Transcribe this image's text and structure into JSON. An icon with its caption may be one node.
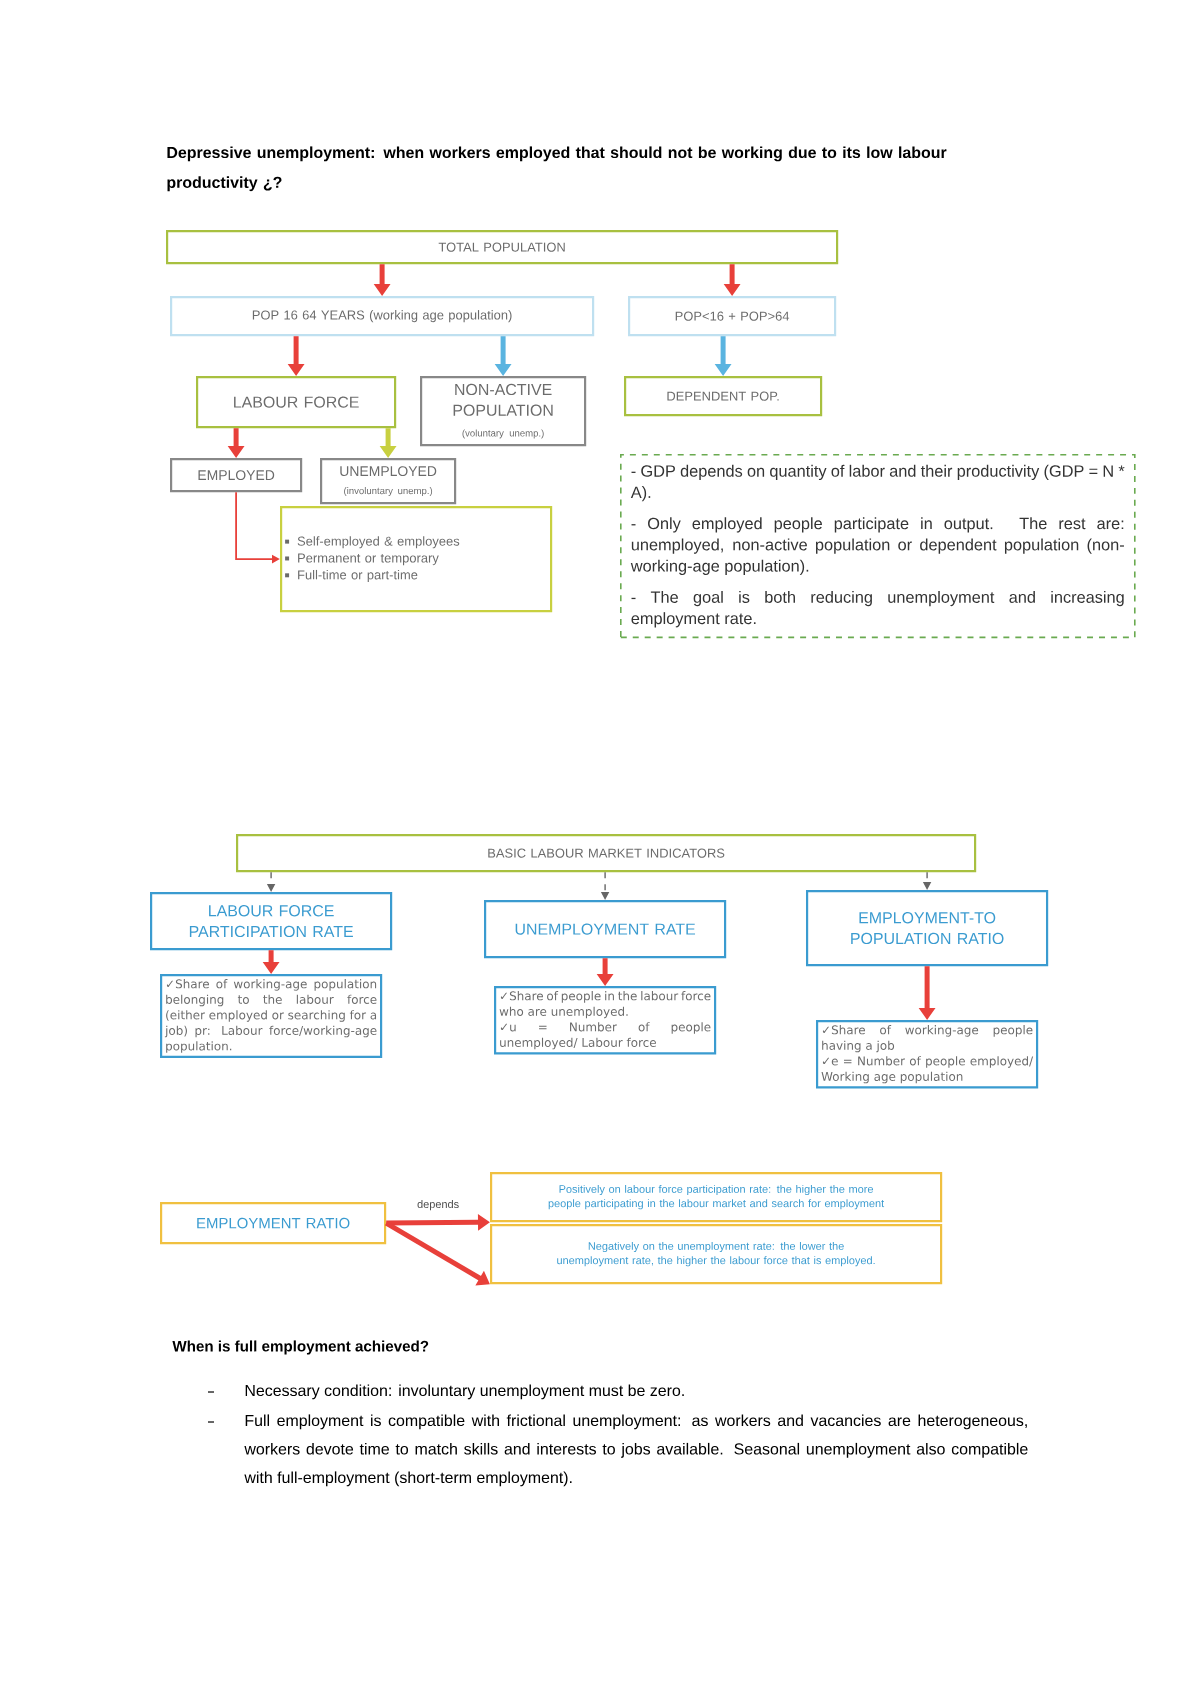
{
  "diagram": {
    "title": "Depressive unemployment: when workers employed that should not be working due to its low labour productivity ¿?",
    "nodes": [
      {
        "text": [
          "TOTAL POPULATION"
        ]
      },
      {
        "text": [
          "POP 16 64 YEARS (working age population)"
        ]
      },
      {
        "text": [
          "POP<16 + POP>64"
        ]
      },
      {
        "text": [
          "LABOUR FORCE"
        ]
      },
      {
        "text": [
          "NON-ACTIVE POPULATION",
          "(voluntary unemp.)"
        ]
      },
      {
        "text": [
          "DEPENDENT POP."
        ]
      },
      {
        "text": [
          "EMPLOYED"
        ]
      },
      {
        "text": [
          "UNEMPLOYED",
          "(involuntary unemp.)"
        ]
      },
      {
        "text": [
          "Self-employed & employees",
          "Permanent or temporary",
          "Full-time or part-time"
        ]
      },
      {
        "text": [
          "- GDP depends on quantity of labor and their productivity (GDP = N * A).",
          "- Only employed people participate in output. The rest are: unemployed, non-active population or dependent population (non-working-age population).",
          "- The goal is both reducing unemployment and increasing employment rate."
        ]
      },
      {
        "text": [
          "BASIC LABOUR MARKET INDICATORS"
        ]
      },
      {
        "text": [
          "LABOUR FORCE PARTICIPATION RATE"
        ]
      },
      {
        "text": [
          "UNEMPLOYMENT RATE"
        ]
      },
      {
        "text": [
          "EMPLOYMENT-TO POPULATION RATIO"
        ]
      },
      {
        "text": [
          "✓Share of working-age population belonging to the labour force (either employed or searching for a job) pr: Labour force/working-age population."
        ]
      },
      {
        "text": [
          "✓Share of people in the labour force who are unemployed.",
          "✓u = Number of people unemployed/ Labour force"
        ]
      },
      {
        "text": [
          "✓Share of working-age people having a job",
          "✓e = Number of people employed/ Working age population"
        ]
      },
      {
        "text": [
          "EMPLOYMENT RATIO"
        ]
      },
      {
        "text": [
          "Positively on labour force participation rate: the higher the more people participating in the labour market and search for employment"
        ]
      },
      {
        "text": [
          "Negatively on the unemployment rate: the lower the unemployment rate, the higher the labour force that is employed."
        ]
      }
    ],
    "edges": [
      {
        "from": 0,
        "to": 1,
        "arrow": "to"
      },
      {
        "from": 0,
        "to": 2,
        "arrow": "to"
      },
      {
        "from": 1,
        "to": 3,
        "arrow": "to"
      },
      {
        "from": 1,
        "to": 4,
        "arrow": "to",
        "color": "#5ab4e0"
      },
      {
        "from": 2,
        "to": 5,
        "arrow": "to",
        "color": "#5ab4e0"
      },
      {
        "from": 3,
        "to": 6,
        "arrow": "to"
      },
      {
        "from": 3,
        "to": 7,
        "arrow": "to",
        "color": "#c8d040"
      },
      {
        "from": 6,
        "to": 8,
        "arrow": "to"
      },
      {
        "from": 10,
        "to": 11,
        "arrow": "to",
        "style": "dashed",
        "color": "#666666"
      },
      {
        "from": 10,
        "to": 12,
        "arrow": "to",
        "style": "dashed",
        "color": "#666666"
      },
      {
        "from": 10,
        "to": 13,
        "arrow": "to",
        "style": "dashed",
        "color": "#666666"
      },
      {
        "from": 11,
        "to": 14,
        "arrow": "to"
      },
      {
        "from": 12,
        "to": 15,
        "arrow": "to"
      },
      {
        "from": 13,
        "to": 16,
        "arrow": "to"
      },
      {
        "from": 17,
        "to": 18,
        "arrow": "to",
        "label": "depends"
      },
      {
        "from": 17,
        "to": 19,
        "arrow": "to"
      }
    ],
    "labels": [
      "When is full employment achieved?",
      "Necessary condition: involuntary unemployment must be zero.",
      "Full employment is compatible with frictional unemployment: as workers and vacancies are heterogeneous, workers devote time to match skills and interests to jobs available. Seasonal unemployment also compatible with full-employment (short-term employment)."
    ]
  }
}
